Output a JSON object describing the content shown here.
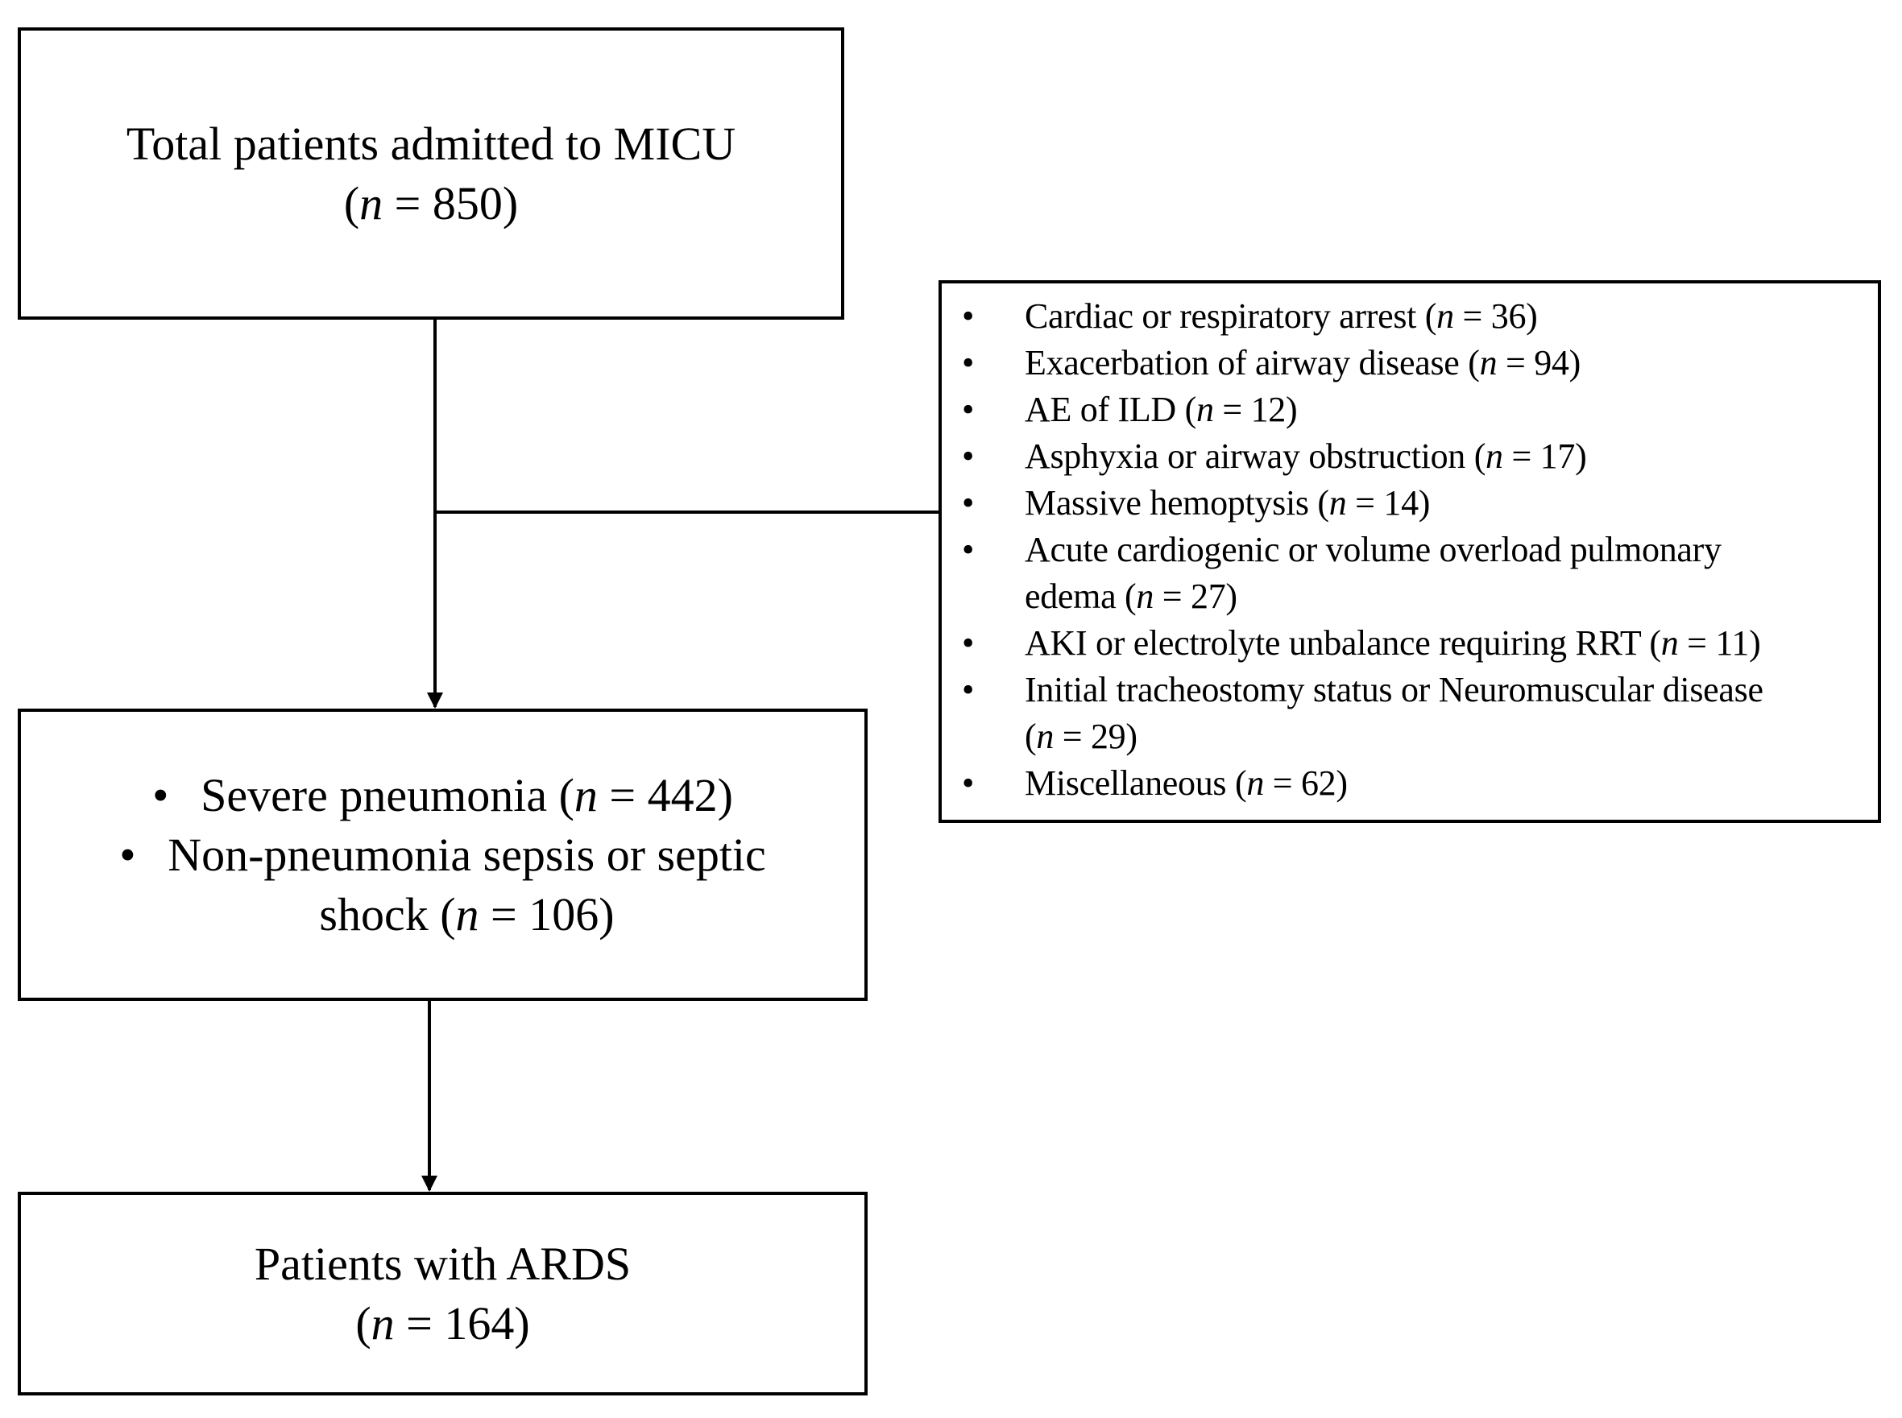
{
  "boxes": {
    "total": {
      "line1": "Total patients admitted to MICU",
      "n_open": "(",
      "n_symbol": "n",
      "n_rest": " = 850)"
    },
    "sepsis": {
      "items": [
        {
          "pre": "Severe pneumonia (",
          "n": "n",
          "post": " = 442)"
        },
        {
          "pre": "Non-pneumonia sepsis or septic",
          "n": "",
          "post": ""
        },
        {
          "pre": "shock (",
          "n": "n",
          "post": " = 106)"
        }
      ]
    },
    "ards": {
      "line1": "Patients with ARDS",
      "n_open": "(",
      "n_symbol": "n",
      "n_rest": " = 164)"
    },
    "exclusions": {
      "items": [
        {
          "pre": "Cardiac or respiratory arrest (",
          "n": "n",
          "post": " = 36)"
        },
        {
          "pre": "Exacerbation of airway  disease (",
          "n": "n",
          "post": " = 94)"
        },
        {
          "pre": "AE of ILD (",
          "n": "n",
          "post": " = 12)"
        },
        {
          "pre": "Asphyxia or airway  obstruction (",
          "n": "n",
          "post": " = 17)"
        },
        {
          "pre": "Massive hemoptysis (",
          "n": "n",
          "post": " = 14)"
        },
        {
          "pre": "Acute cardiogenic  or volume  overload pulmonary",
          "n": "",
          "post": "",
          "cont_pre": "edema (",
          "cont_n": "n",
          "cont_post": " = 27)"
        },
        {
          "pre": "AKI or electrolyte unbalance requiring  RRT (",
          "n": "n",
          "post": " = 11)"
        },
        {
          "pre": "Initial  tracheostomy status  or Neuromuscular disease",
          "n": "",
          "post": "",
          "cont_pre": "(",
          "cont_n": "n",
          "cont_post": " = 29)"
        },
        {
          "pre": "Miscellaneous  (",
          "n": "n",
          "post": " = 62)"
        }
      ]
    }
  },
  "bullet_glyph": "•"
}
